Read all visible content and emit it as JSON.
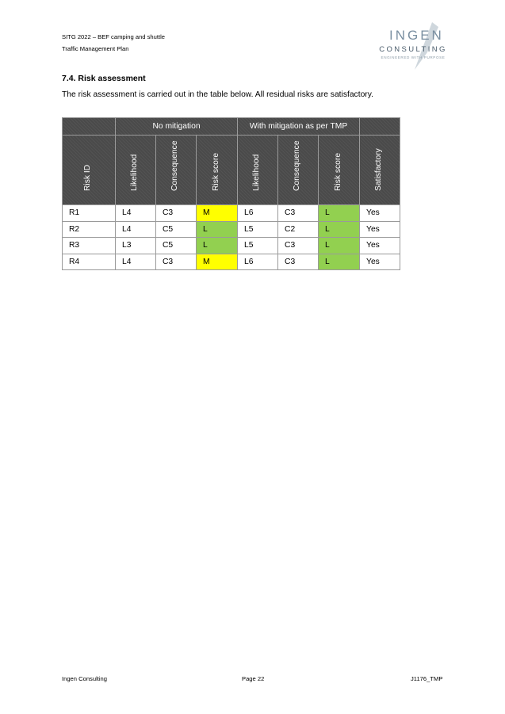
{
  "header": {
    "line1": "SITG 2022 – BEF camping and shuttle",
    "line2": "Traffic Management Plan",
    "logo": {
      "word1": "INGEN",
      "word2": "CONSULTING",
      "tagline": "ENGINEERED WITH PURPOSE"
    }
  },
  "section": {
    "title": "7.4.  Risk assessment",
    "intro": "The risk assessment is carried out in the table below. All residual risks are satisfactory."
  },
  "table": {
    "group_no_mitigation": "No mitigation",
    "group_with_mitigation": "With mitigation as per TMP",
    "columns": [
      "Risk ID",
      "Likelihood",
      "Consequence",
      "Risk score",
      "Likelihood",
      "Consequence",
      "Risk score",
      "Satisfactory"
    ],
    "rows": [
      [
        "R1",
        "L4",
        "C3",
        "M",
        "L6",
        "C3",
        "L",
        "Yes"
      ],
      [
        "R2",
        "L4",
        "C5",
        "L",
        "L5",
        "C2",
        "L",
        "Yes"
      ],
      [
        "R3",
        "L3",
        "C5",
        "L",
        "L5",
        "C3",
        "L",
        "Yes"
      ],
      [
        "R4",
        "L4",
        "C3",
        "M",
        "L6",
        "C3",
        "L",
        "Yes"
      ]
    ],
    "score_colors": {
      "M": "#ffff00",
      "L": "#92d050"
    }
  },
  "footer": {
    "left": "Ingen Consulting",
    "center": "Page 22",
    "right": "J1176_TMP"
  }
}
